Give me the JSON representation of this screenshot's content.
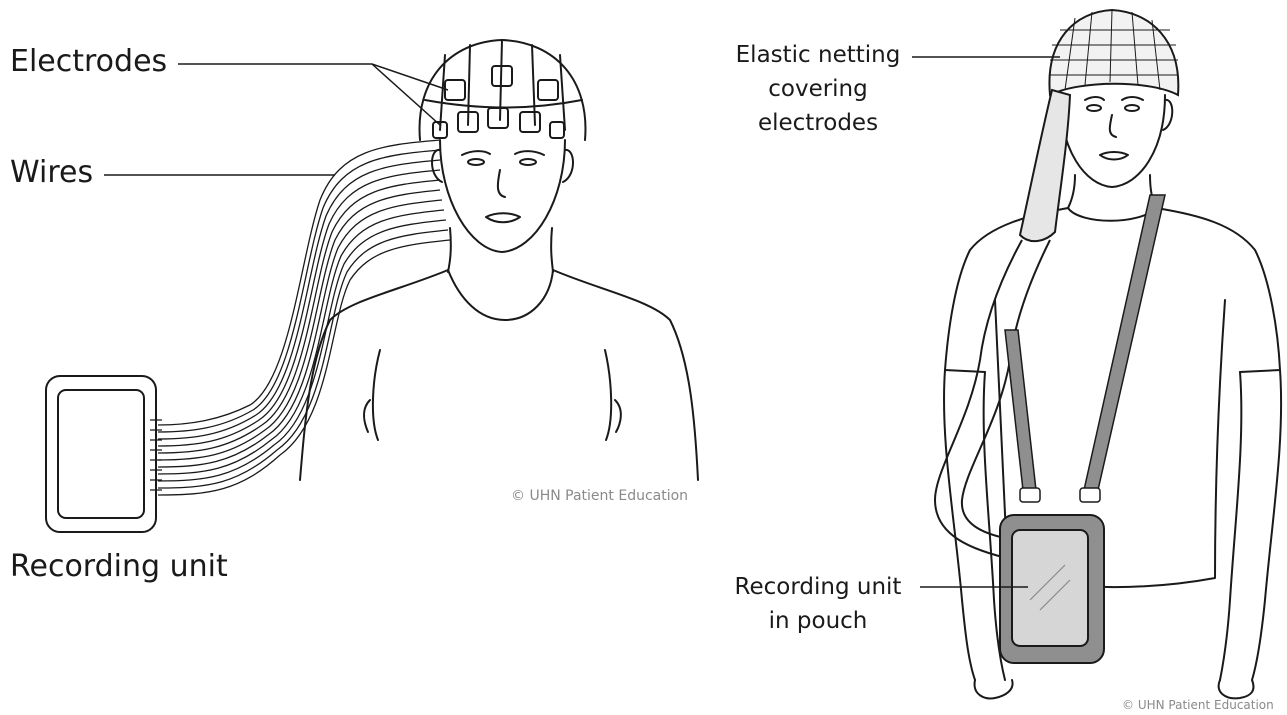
{
  "left_figure": {
    "labels": {
      "electrodes": "Electrodes",
      "wires": "Wires",
      "recording_unit": "Recording unit"
    },
    "credit": "© UHN Patient Education"
  },
  "right_figure": {
    "labels": {
      "netting_line1": "Elastic netting",
      "netting_line2": "covering",
      "netting_line3": "electrodes",
      "pouch_line1": "Recording unit",
      "pouch_line2": "in pouch"
    },
    "credit": "© UHN Patient Education"
  },
  "colors": {
    "ink": "#1a1a1a",
    "strap": "#8f8f8f",
    "credit": "#8a8a8a"
  }
}
